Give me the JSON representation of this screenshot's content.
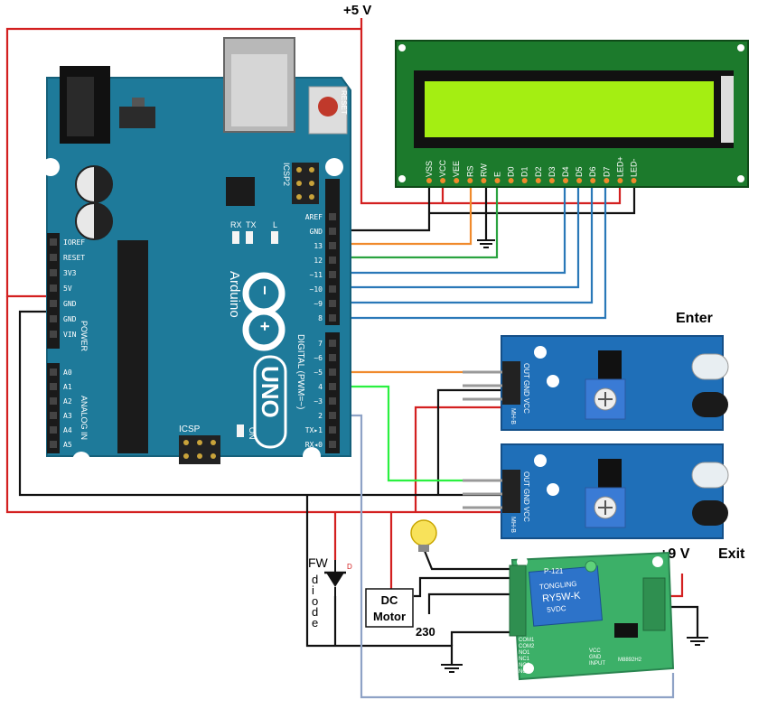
{
  "labels": {
    "supply_5v": "+5 V",
    "supply_9v": "+9 V",
    "enter": "Enter",
    "exit": "Exit",
    "dc_motor_1": "DC",
    "dc_motor_2": "Motor",
    "mains": "230",
    "fw_1": "FW",
    "fw_d": "D",
    "fw_diode": [
      "d",
      "i",
      "o",
      "d",
      "e"
    ]
  },
  "lcd": {
    "pins": [
      "VSS",
      "VCC",
      "VEE",
      "RS",
      "RW",
      "E",
      "D0",
      "D1",
      "D2",
      "D3",
      "D4",
      "D5",
      "D6",
      "D7",
      "LED+",
      "LED-"
    ]
  },
  "arduino": {
    "brand": "Arduino",
    "model": "UNO",
    "reset": "RESET",
    "icsp2": "ICSP2",
    "icsp": "ICSP",
    "rx": "RX",
    "tx": "TX",
    "l": "L",
    "on": "ON",
    "digital": "DIGITAL (PWM=~)",
    "power": "POWER",
    "analog": "ANALOG IN",
    "left_pins": [
      "IOREF",
      "RESET",
      "3V3",
      "5V",
      "GND",
      "GND",
      "VIN"
    ],
    "analog_pins": [
      "A0",
      "A1",
      "A2",
      "A3",
      "A4",
      "A5"
    ],
    "right_pins_top": [
      "AREF",
      "GND",
      "13",
      "12",
      "~11",
      "~10",
      "~9",
      "8"
    ],
    "right_pins_bottom": [
      "7",
      "~6",
      "~5",
      "4",
      "~3",
      "2",
      "TX▸1",
      "RX◂0"
    ]
  },
  "ir_sensor": {
    "pins": "OUT GND VCC",
    "model": "MH-B"
  },
  "relay": {
    "brand": "TONGLING",
    "model": "RY5W-K",
    "spec": "5VDC",
    "code": "M8892H2",
    "pins_left": [
      "COM1",
      "COM2",
      "NO1",
      "NC1",
      "NO2",
      "NC2"
    ],
    "pins_right": [
      "VCC",
      "GND",
      "INPUT"
    ],
    "label": "P-121"
  },
  "colors": {
    "board": "#1e7a9a",
    "lcd_board": "#1c7a2c",
    "lcd_screen": "#a4ee12",
    "wire_red": "#d32020",
    "wire_black": "#111111",
    "wire_orange": "#f08a2c",
    "wire_green": "#2aa340",
    "wire_blue": "#2a78b8",
    "wire_grey": "#8ea2c6"
  }
}
